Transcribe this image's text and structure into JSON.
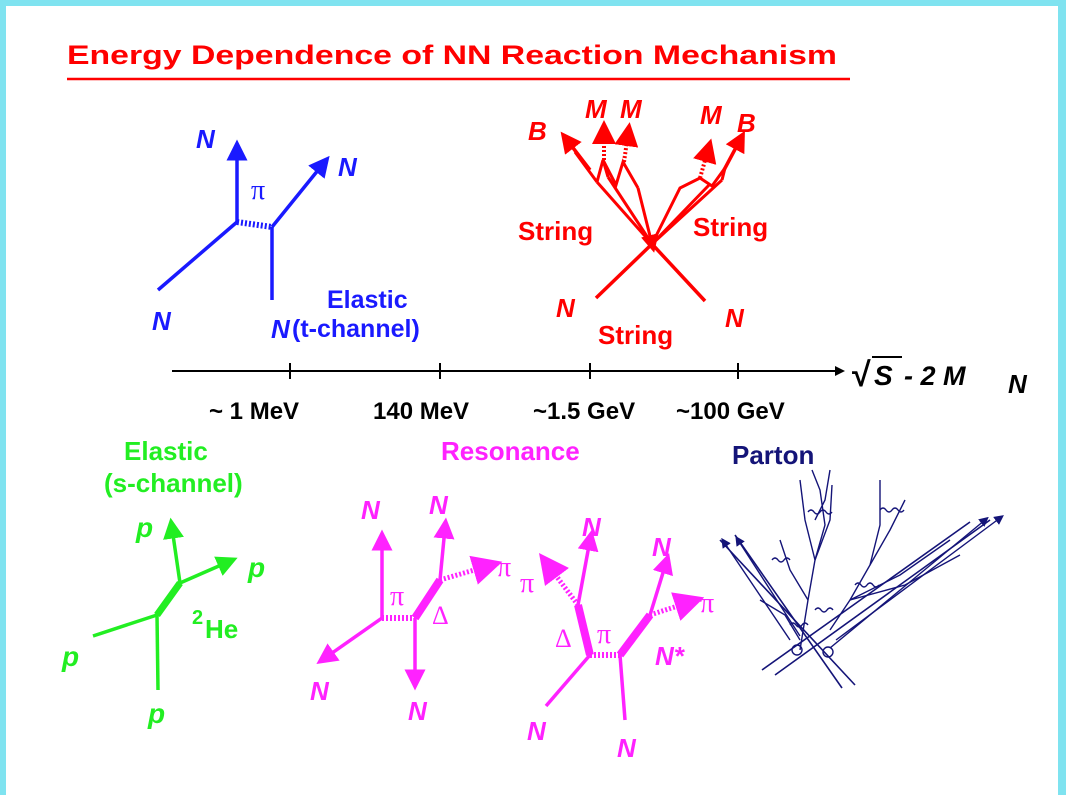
{
  "title": "Energy Dependence of NN Reaction Mechanism",
  "colors": {
    "title": "#ff0000",
    "t_channel": "#1a1aff",
    "string": "#ff0000",
    "s_channel": "#22ee22",
    "resonance": "#ff22ff",
    "parton": "#141478",
    "axis": "#000000",
    "frame": "#7fe3f0"
  },
  "axis": {
    "label_sqrt": "√",
    "label_s": "S",
    "label_rest": "- 2 M",
    "label_sub": "N",
    "ticks": [
      "~ 1 MeV",
      "140 MeV",
      "~1.5 GeV",
      "~100 GeV"
    ]
  },
  "t_channel": {
    "title": "Elastic",
    "subtitle": "(t-channel)",
    "n": "N",
    "pi": "π"
  },
  "string": {
    "b": "B",
    "m": "M",
    "string": "String",
    "n": "N"
  },
  "s_channel": {
    "title": "Elastic",
    "subtitle": "(s-channel)",
    "p": "p",
    "he_sup": "2",
    "he": "He"
  },
  "resonance": {
    "title": "Resonance",
    "n": "N",
    "pi": "π",
    "delta": "Δ",
    "nstar": "N*"
  },
  "parton": {
    "title": "Parton"
  }
}
